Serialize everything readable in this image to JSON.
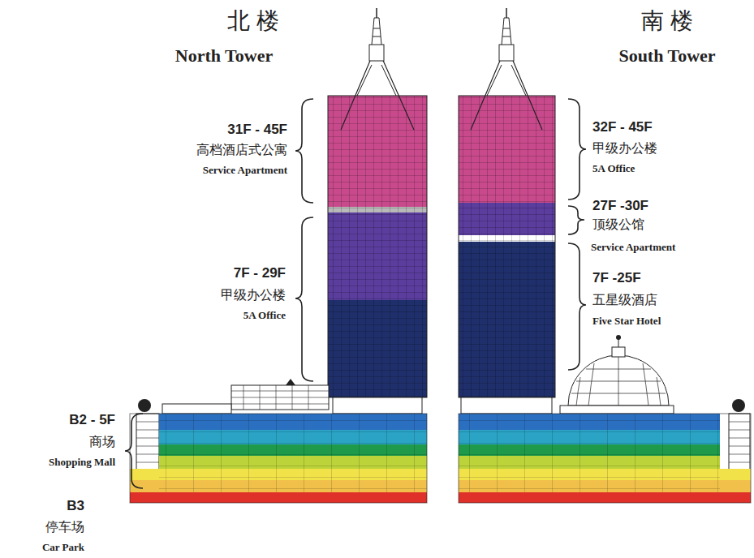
{
  "diagram": {
    "labels": [
      "北      楼",
      "North Tower",
      "南      楼",
      "South Tower",
      "31F - 45F",
      "高档酒店式公寓",
      "Service Apartment",
      "32F - 45F",
      "甲级办公楼",
      "5A Office",
      "27F -30F",
      "顶级公馆",
      "Service Apartment",
      "7F - 29F",
      "甲级办公楼",
      "5A Office",
      "7F -25F",
      "五星级酒店",
      "Five Star Hotel",
      "B2 - 5F",
      "商场",
      "Shopping Mall",
      "B3",
      "停车场",
      "Car Park"
    ]
  }
}
